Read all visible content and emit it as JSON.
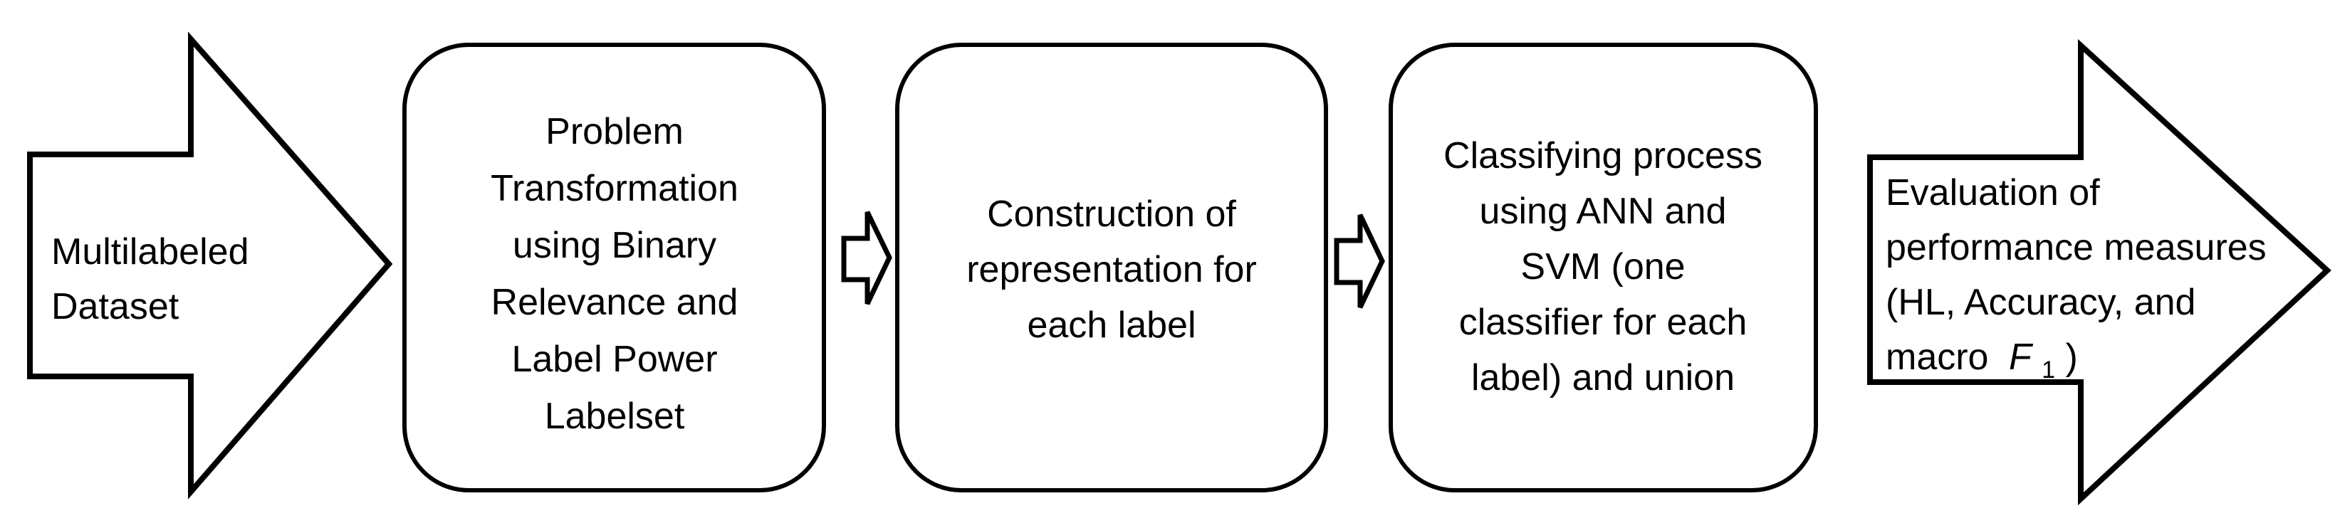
{
  "diagram": {
    "background_color": "#ffffff",
    "stroke_color": "#000000",
    "text_color": "#000000",
    "input_arrow": {
      "lines": [
        "Multilabeled",
        "Dataset"
      ]
    },
    "boxes": [
      {
        "lines": [
          "Problem",
          "Transformation",
          "using Binary",
          "Relevance and",
          "Label Power",
          "Labelset"
        ]
      },
      {
        "lines": [
          "Construction of",
          "representation for",
          "each label"
        ]
      },
      {
        "lines": [
          "Classifying process",
          "using ANN and",
          "SVM (one",
          "classifier for each",
          "label) and union"
        ]
      }
    ],
    "output_arrow": {
      "lines": [
        "Evaluation of",
        "performance measures",
        "(HL, Accuracy, and"
      ],
      "formula_line": {
        "prefix": "macro",
        "symbol": "F",
        "subscript": "1",
        "suffix": ")"
      }
    }
  }
}
